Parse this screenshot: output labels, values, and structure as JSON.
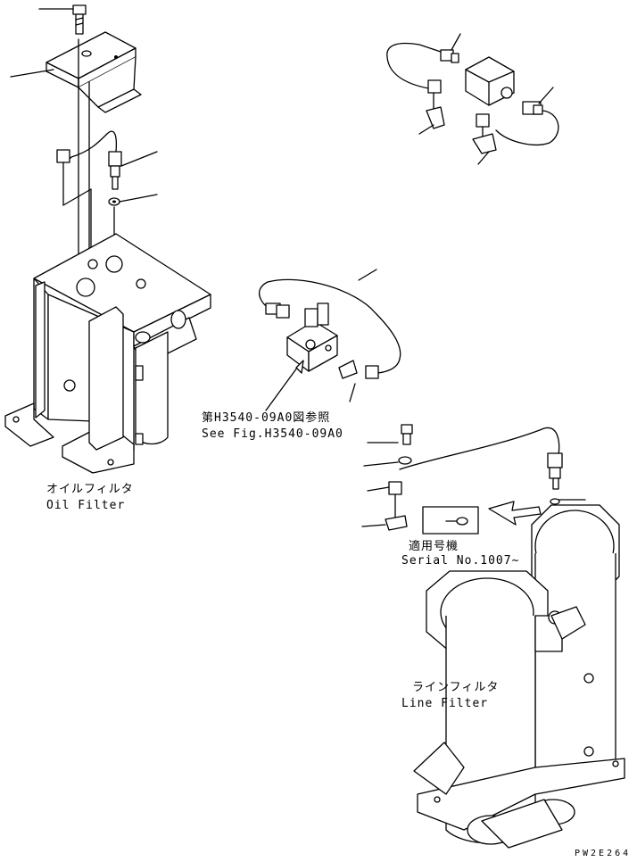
{
  "labels": {
    "oil_filter_jp": "オイルフィルタ",
    "oil_filter_en": "Oil Filter",
    "ref_jp": "第H3540-09A0図参照",
    "ref_en": "See Fig.H3540-09A0",
    "serial_jp": "適用号機",
    "serial_en": "Serial No.1007~",
    "line_filter_jp": "ラインフィルタ",
    "line_filter_en": "Line Filter",
    "drawing_code": "PW2E264"
  }
}
